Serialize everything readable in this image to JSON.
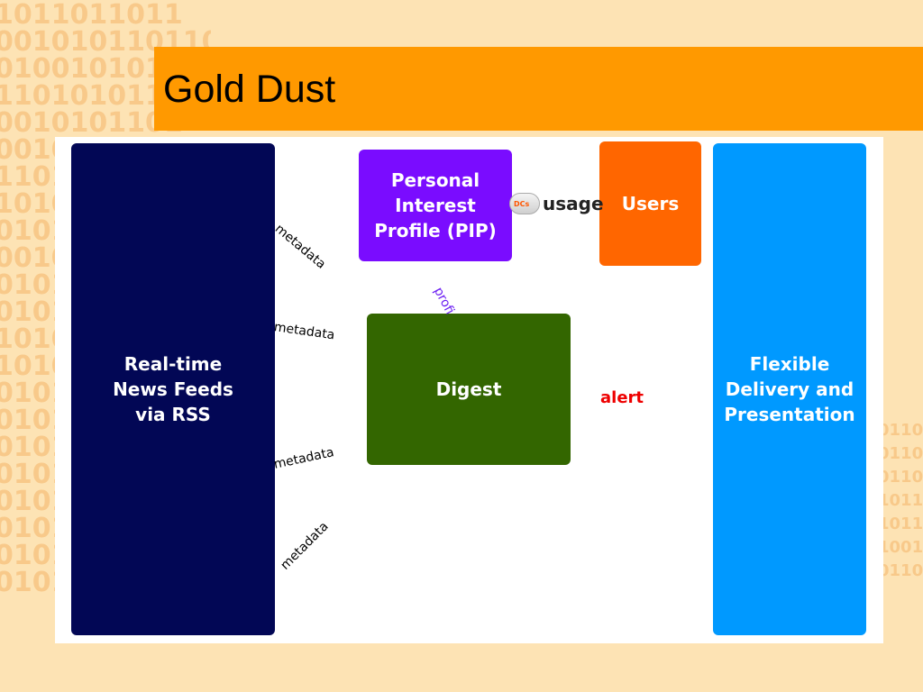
{
  "slide": {
    "title": "Gold Dust"
  },
  "diagram": {
    "nodes": {
      "feeds": "Real-time\nNews Feeds\nvia RSS",
      "pip": "Personal\nInterest\nProfile (PIP)",
      "users": "Users",
      "digest": "Digest",
      "delivery": "Flexible\nDelivery and\nPresentation"
    },
    "edges": {
      "metadata_1": "metadata",
      "metadata_2": "metadata",
      "metadata_3": "metadata",
      "metadata_4": "metadata",
      "profile": "profi",
      "usage": "usage",
      "usage_icon": "DCs",
      "alert": "alert"
    }
  },
  "colors": {
    "background": "#fde3b4",
    "title_bar": "#ff9900",
    "feeds": "#020755",
    "pip": "#7a0cff",
    "users": "#ff6600",
    "digest": "#336600",
    "delivery": "#0099ff",
    "alert": "#ee0000"
  }
}
